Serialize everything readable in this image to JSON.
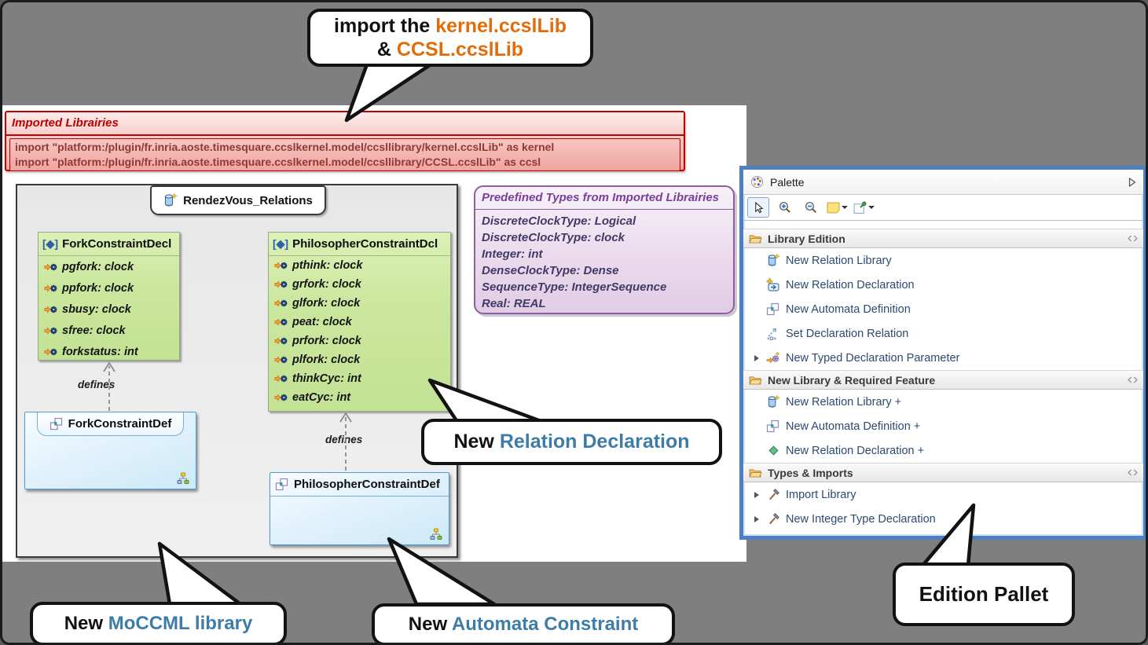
{
  "colors": {
    "accent_orange": "#E36C0A",
    "accent_blue": "#3E7CA8",
    "note_red": "#C00000",
    "note_purple": "#7B3F9B",
    "palette_border": "#4C80C0",
    "class_green": "#CDE8A2",
    "def_blue": "#DCEFFA"
  },
  "callouts": {
    "import_lib": {
      "bold": "import",
      "mid": " the ",
      "lib1": "kernel.ccslLib",
      "amp": "& ",
      "lib2": "CCSL.ccslLib"
    },
    "relation_declaration": {
      "prefix": "New ",
      "highlight": "Relation Declaration"
    },
    "moccml": {
      "prefix": "New ",
      "highlight": "MoCCML library"
    },
    "automata": {
      "prefix": "New ",
      "highlight": "Automata Constraint"
    },
    "edition": {
      "label": "Edition Pallet"
    }
  },
  "imported_libraries": {
    "title": "Imported Librairies",
    "lines": [
      "import \"platform:/plugin/fr.inria.aoste.timesquare.ccslkernel.model/ccsllibrary/kernel.ccslLib\" as kernel",
      "import \"platform:/plugin/fr.inria.aoste.timesquare.ccslkernel.model/ccsllibrary/CCSL.ccslLib\" as ccsl"
    ]
  },
  "diagram": {
    "tab": "RendezVous_Relations",
    "edge_label": "defines",
    "classes": [
      {
        "marker": "[◆]",
        "name": "ForkConstraintDecl",
        "attributes": [
          "pgfork: clock",
          "ppfork: clock",
          "sbusy: clock",
          "sfree: clock",
          "forkstatus: int"
        ]
      },
      {
        "marker": "[◆]",
        "name": "PhilosopherConstraintDcl",
        "attributes": [
          "pthink: clock",
          "grfork: clock",
          "glfork: clock",
          "peat: clock",
          "prfork: clock",
          "plfork: clock",
          "thinkCyc: int",
          "eatCyc: int"
        ]
      }
    ],
    "definitions": [
      {
        "name": "ForkConstraintDef"
      },
      {
        "name": "PhilosopherConstraintDef"
      }
    ]
  },
  "predefined_types": {
    "title": "Predefined Types from Imported Librairies",
    "lines": [
      "DiscreteClockType: Logical",
      "DiscreteClockType: clock",
      "Integer: int",
      "DenseClockType: Dense",
      "SequenceType: IntegerSequence",
      "Real: REAL"
    ]
  },
  "palette": {
    "title": "Palette",
    "sections": [
      {
        "label": "Library Edition",
        "items": [
          {
            "label": "New Relation Library",
            "icon": "relation-library"
          },
          {
            "label": "New Relation Declaration",
            "icon": "relation-declaration"
          },
          {
            "label": "New Automata Definition",
            "icon": "automata-definition"
          },
          {
            "label": "Set Declaration Relation",
            "icon": "set-declaration-relation"
          },
          {
            "label": "New Typed Declaration Parameter",
            "icon": "typed-declaration-parameter",
            "expandable": true
          }
        ]
      },
      {
        "label": "New Library & Required Feature",
        "items": [
          {
            "label": "New Relation Library +",
            "icon": "relation-library"
          },
          {
            "label": "New Automata Definition +",
            "icon": "automata-definition"
          },
          {
            "label": "New Relation Declaration +",
            "icon": "relation-diamond"
          }
        ]
      },
      {
        "label": "Types & Imports",
        "items": [
          {
            "label": "Import Library",
            "icon": "hammer",
            "expandable": true
          },
          {
            "label": "New Integer Type Declaration",
            "icon": "hammer",
            "expandable": true
          }
        ]
      }
    ]
  }
}
